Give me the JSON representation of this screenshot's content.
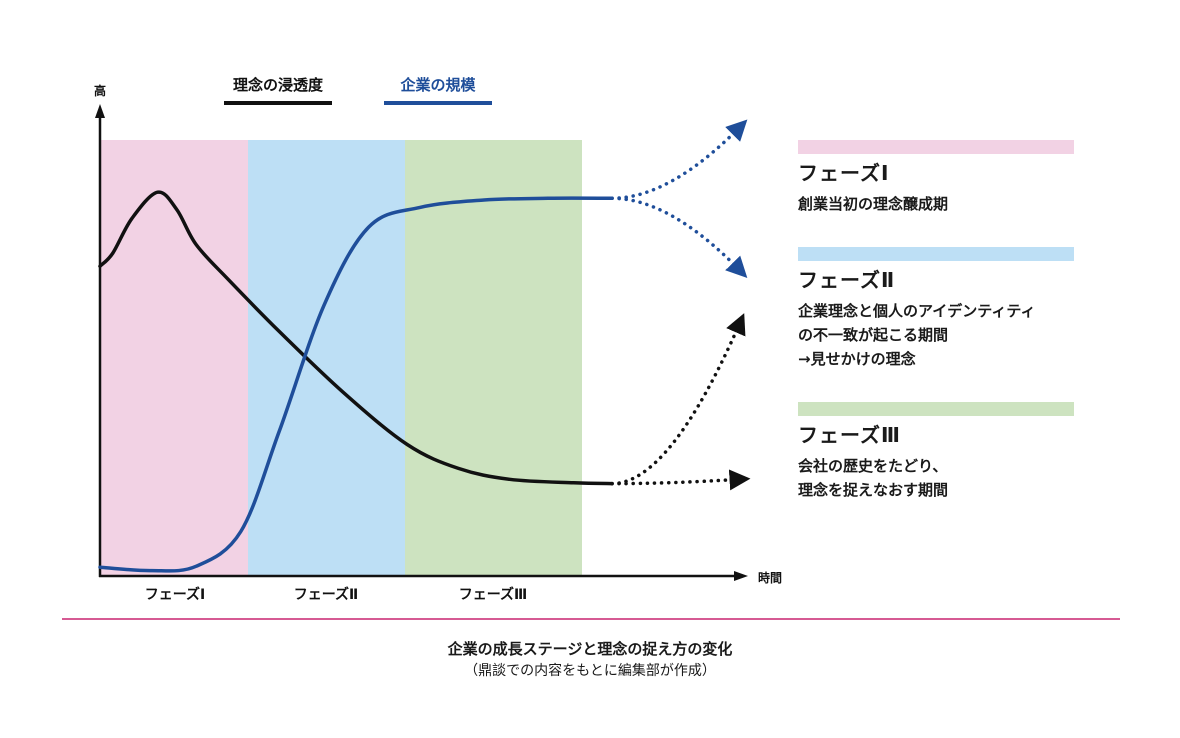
{
  "colors": {
    "phase1": "#f2d2e4",
    "phase2": "#bddff5",
    "phase3": "#cde3c0",
    "black_series": "#111111",
    "blue_series": "#1f4e9a",
    "divider": "#d65a93"
  },
  "phases": [
    {
      "title": "フェーズⅠ",
      "desc": "創業当初の理念醸成期"
    },
    {
      "title": "フェーズⅡ",
      "desc": "企業理念と個人のアイデンティティ\nの不一致が起こる期間\n→見せかけの理念"
    },
    {
      "title": "フェーズⅢ",
      "desc": "会社の歴史をたどり、\n理念を捉えなおす期間"
    }
  ],
  "caption": {
    "main": "企業の成長ステージと理念の捉え方の変化",
    "sub": "（鼎談での内容をもとに編集部が作成）"
  },
  "chart_data": {
    "type": "line",
    "ylabel": "高",
    "xlabel": "時間",
    "phase_labels": [
      "フェーズⅠ",
      "フェーズⅡ",
      "フェーズⅢ"
    ],
    "legend_position": "top",
    "xlim": [
      0,
      1
    ],
    "ylim": [
      0,
      1
    ],
    "series": [
      {
        "name": "理念の浸透度",
        "color": "#111111",
        "points": [
          [
            0.0,
            0.71
          ],
          [
            0.02,
            0.74
          ],
          [
            0.05,
            0.82
          ],
          [
            0.09,
            0.88
          ],
          [
            0.12,
            0.84
          ],
          [
            0.15,
            0.76
          ],
          [
            0.2,
            0.68
          ],
          [
            0.28,
            0.56
          ],
          [
            0.38,
            0.42
          ],
          [
            0.48,
            0.3
          ],
          [
            0.56,
            0.245
          ],
          [
            0.64,
            0.22
          ],
          [
            0.74,
            0.212
          ],
          [
            0.8,
            0.21
          ]
        ],
        "projection": {
          "style": "dotted",
          "targets": [
            [
              1.0,
              0.58
            ],
            [
              1.0,
              0.22
            ]
          ]
        }
      },
      {
        "name": "企業の規模",
        "color": "#1f4e9a",
        "points": [
          [
            0.0,
            0.018
          ],
          [
            0.08,
            0.01
          ],
          [
            0.15,
            0.02
          ],
          [
            0.22,
            0.1
          ],
          [
            0.28,
            0.33
          ],
          [
            0.35,
            0.62
          ],
          [
            0.42,
            0.8
          ],
          [
            0.5,
            0.845
          ],
          [
            0.6,
            0.862
          ],
          [
            0.7,
            0.866
          ],
          [
            0.8,
            0.866
          ]
        ],
        "projection": {
          "style": "dotted",
          "targets": [
            [
              1.0,
              1.03
            ],
            [
              1.0,
              0.7
            ]
          ]
        }
      }
    ]
  }
}
